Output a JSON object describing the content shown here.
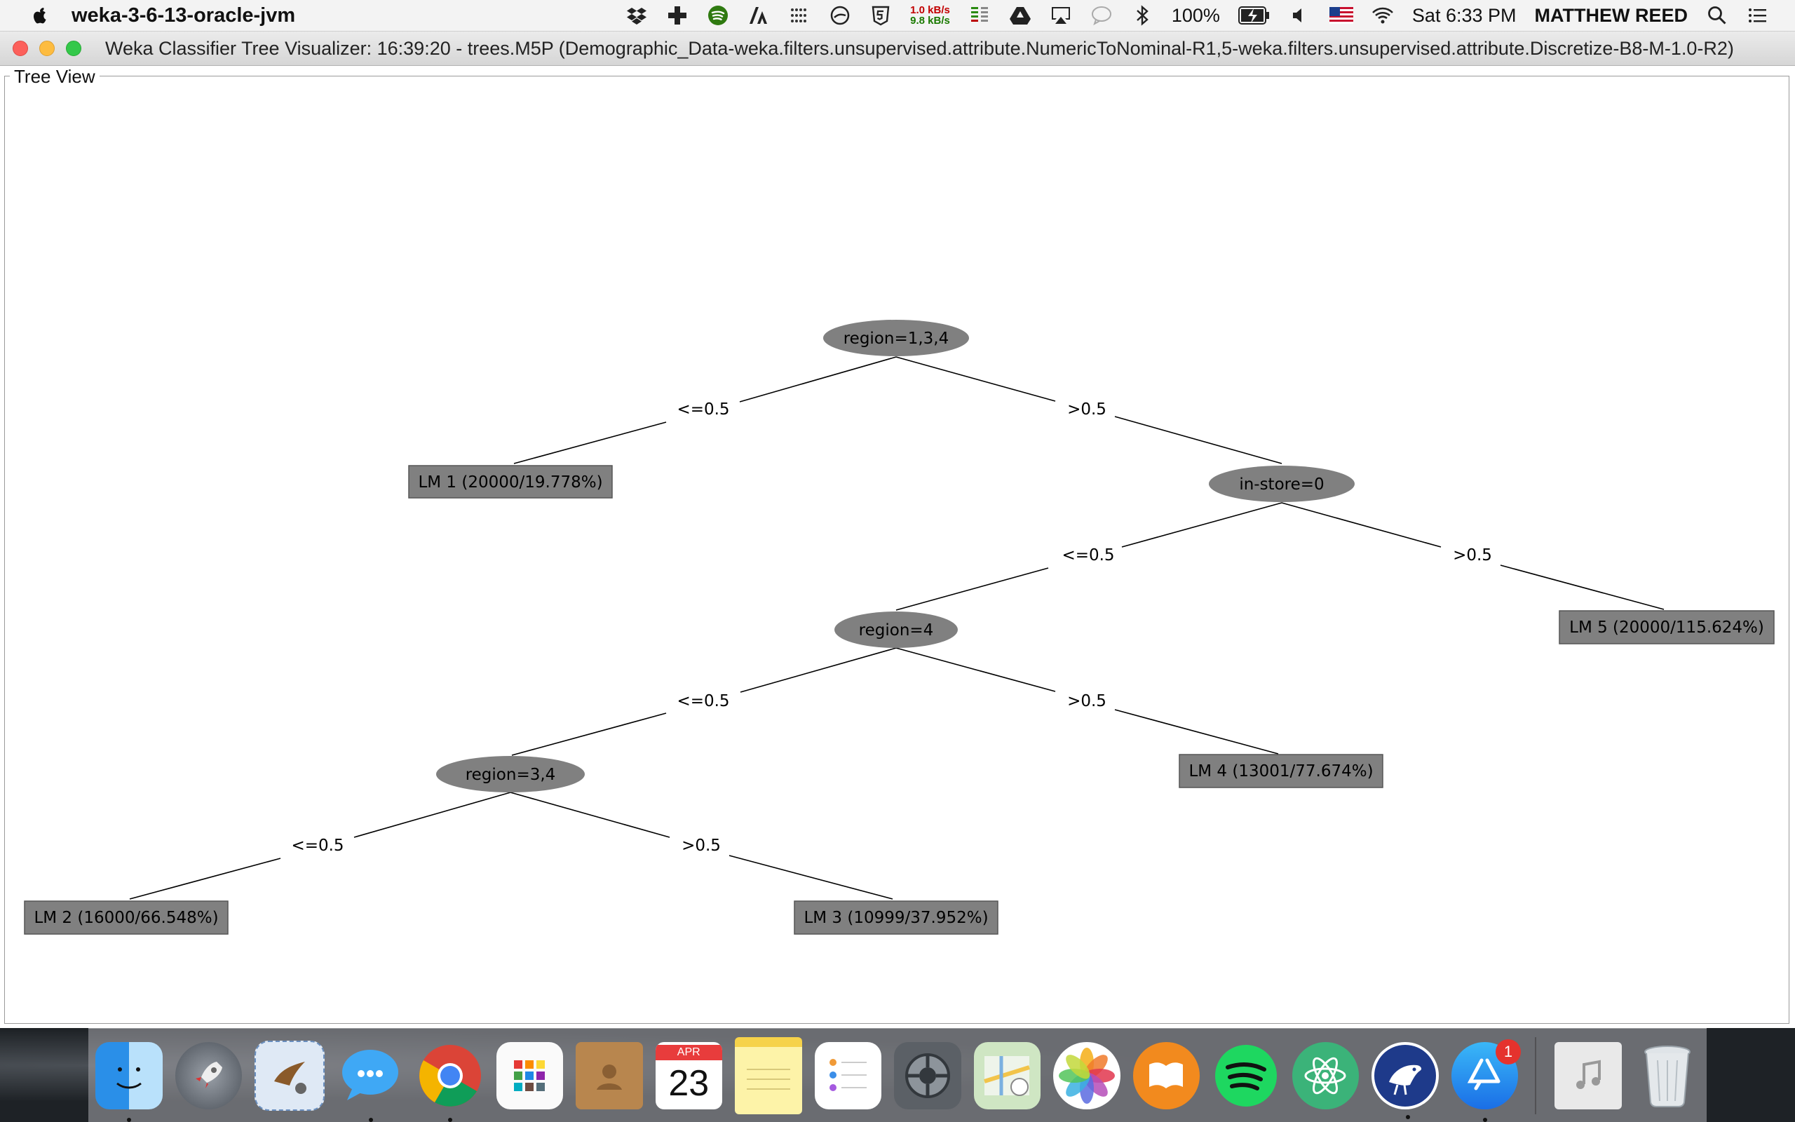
{
  "menubar": {
    "app_name": "weka-3-6-13-oracle-jvm",
    "net_up": "1.0 kB/s",
    "net_down": "9.8 kB/s",
    "battery": "100%",
    "clock": "Sat 6:33 PM",
    "user": "MATTHEW REED"
  },
  "window": {
    "title": "Weka Classifier Tree Visualizer: 16:39:20 - trees.M5P (Demographic_Data-weka.filters.unsupervised.attribute.NumericToNominal-R1,5-weka.filters.unsupervised.attribute.Discretize-B8-M-1.0-R2)"
  },
  "tree_view": {
    "label": "Tree View",
    "node_color": "#808080",
    "nodes": {
      "n_region134": "region=1,3,4",
      "lm1": "LM 1 (20000/19.778%)",
      "n_instore": "in-store=0",
      "lm5": "LM 5 (20000/115.624%)",
      "n_region4": "region=4",
      "lm4": "LM 4 (13001/77.674%)",
      "n_region34": "region=3,4",
      "lm2": "LM 2 (16000/66.548%)",
      "lm3": "LM 3 (10999/37.952%)"
    },
    "edges": {
      "le": "<=0.5",
      "gt": ">0.5"
    }
  },
  "dock": {
    "calendar_month": "APR",
    "calendar_day": "23",
    "appstore_badge": "1"
  }
}
